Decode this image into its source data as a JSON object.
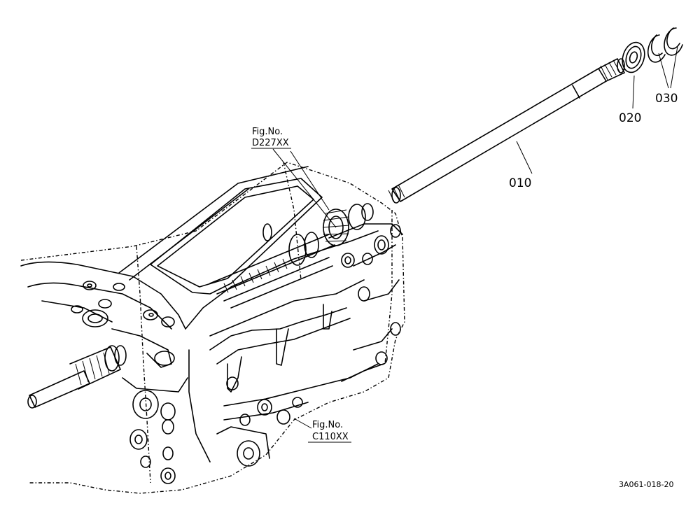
{
  "callouts": {
    "shaft": "010",
    "bearing": "020",
    "circlip": "030"
  },
  "fig_refs": {
    "upper": {
      "line1": "Fig.No.",
      "line2": "D227XX"
    },
    "lower": {
      "line1": "Fig.No.",
      "line2": "C110XX"
    }
  },
  "drawing_code": "3A061-018-20"
}
